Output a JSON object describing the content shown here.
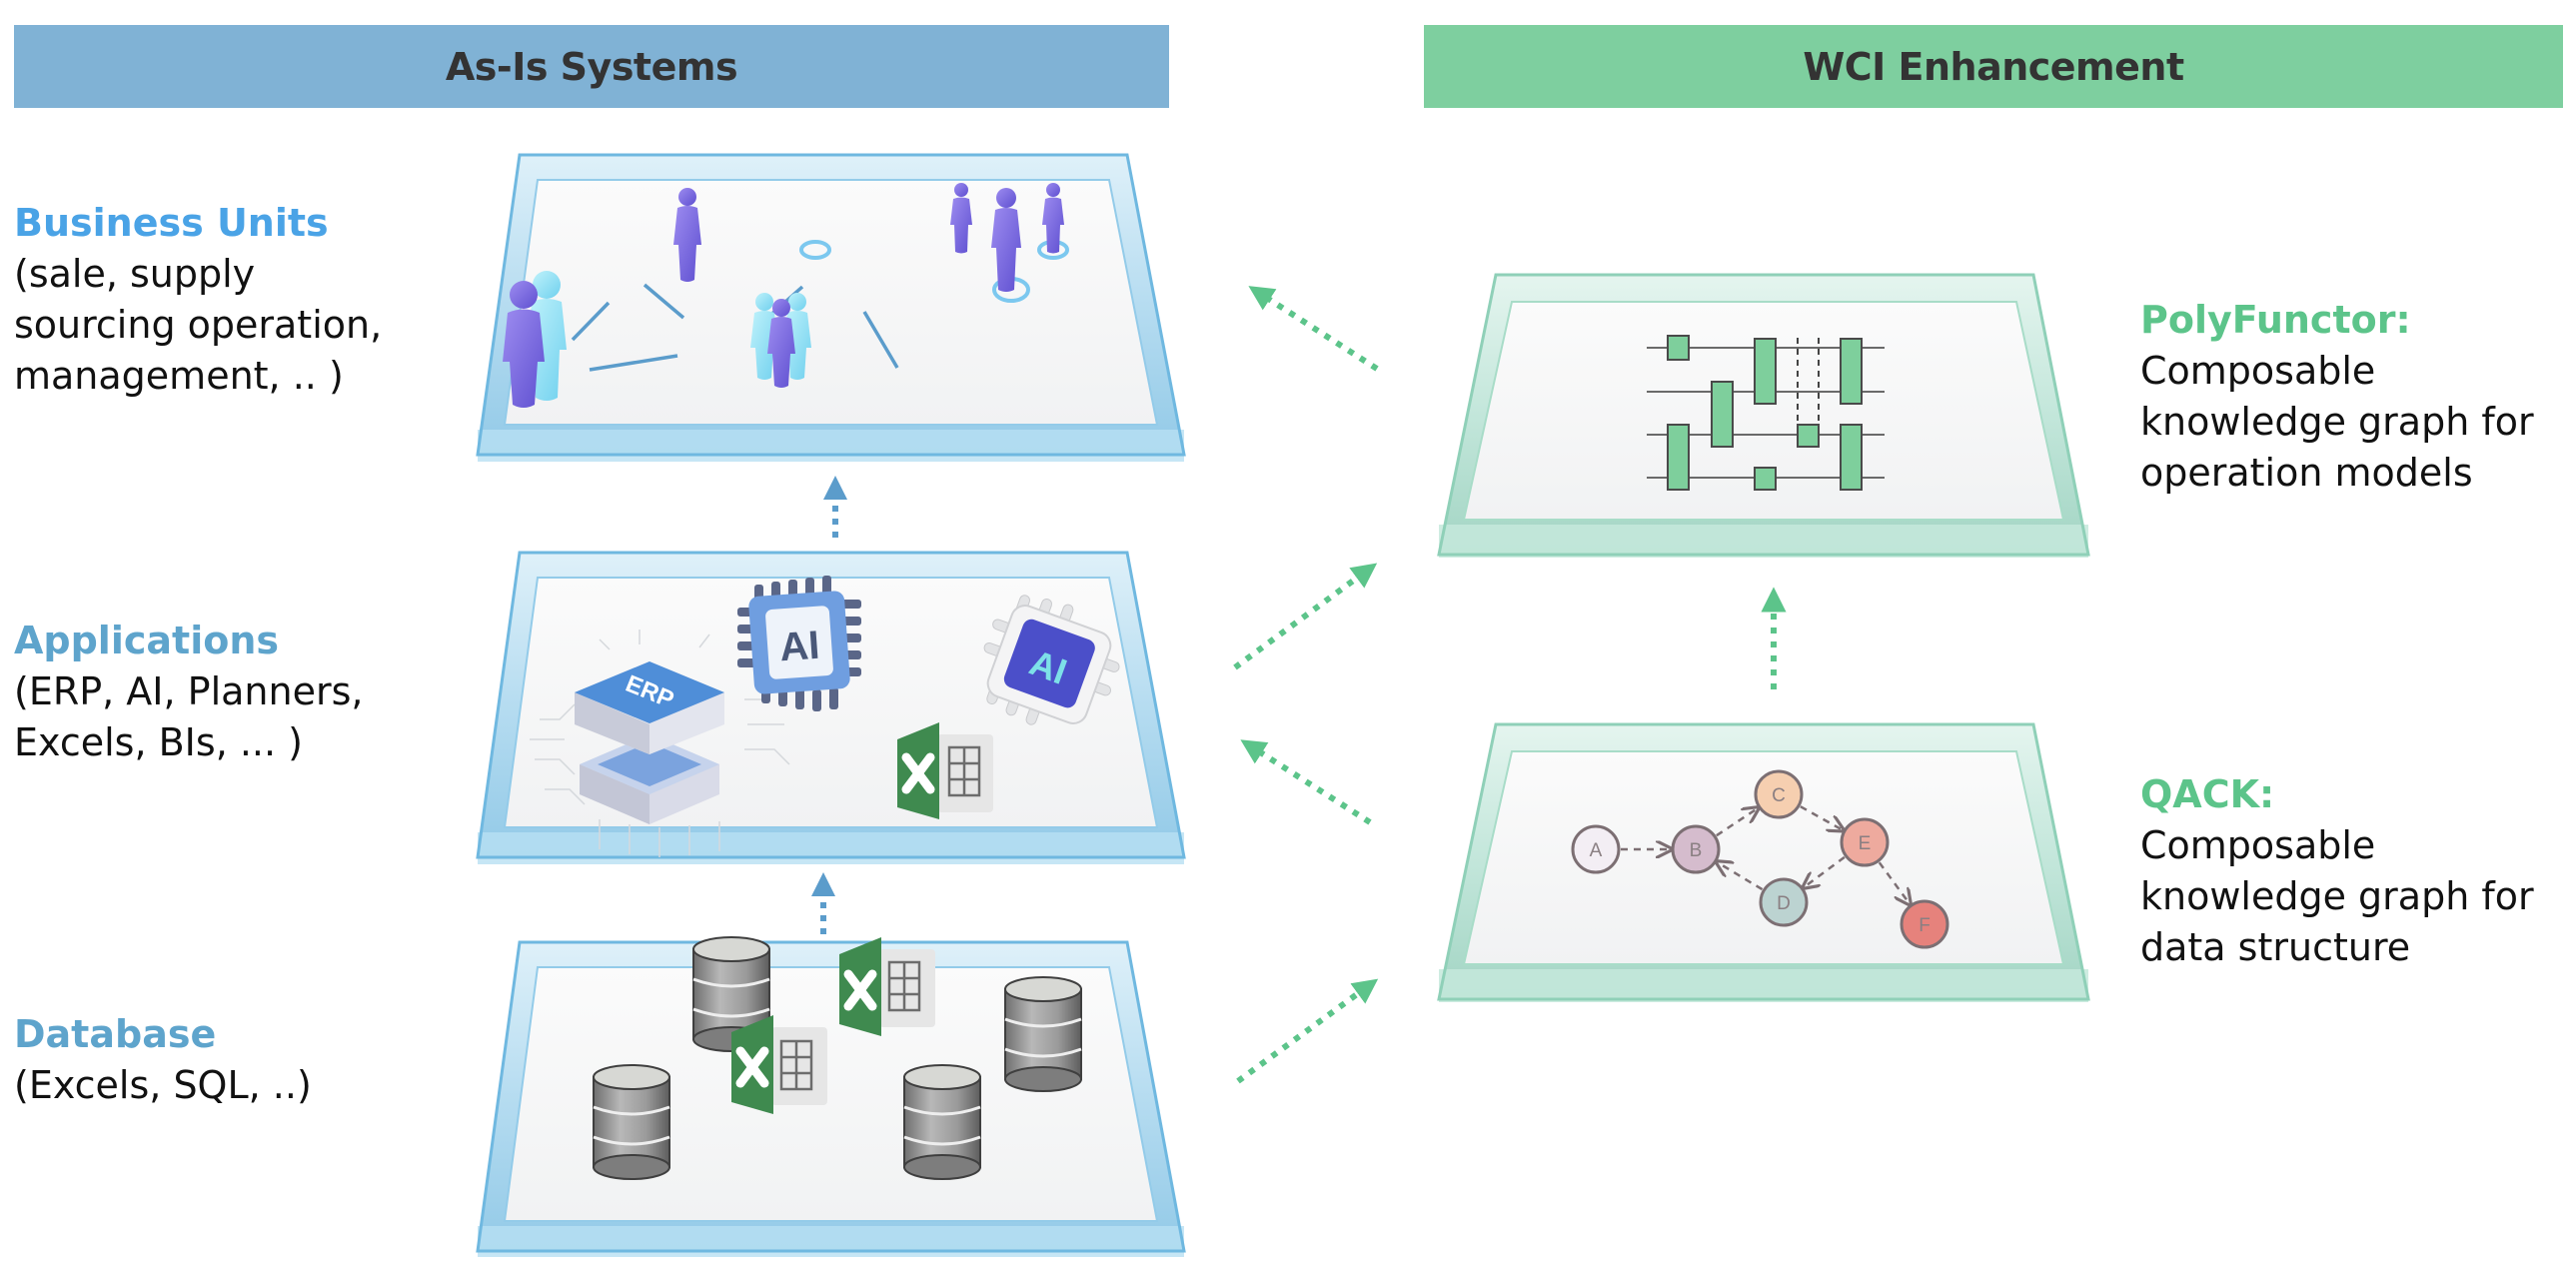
{
  "headers": {
    "left": "As-Is Systems",
    "right": "WCI Enhancement"
  },
  "as_is_layers": [
    {
      "title": "Business Units",
      "description_lines": [
        "(sale, supply",
        "sourcing operation,",
        "management, .. )"
      ],
      "tray_content": "people-network-icons"
    },
    {
      "title": "Applications",
      "description_lines": [
        "(ERP, AI, Planners,",
        "Excels, BIs, ... )"
      ],
      "tray_content": "app-icons",
      "icons": {
        "erp": "ERP",
        "ai_chip_1": "AI",
        "ai_chip_2": "AI"
      }
    },
    {
      "title": "Database",
      "description_lines": [
        "(Excels, SQL, ..)"
      ],
      "tray_content": "database-and-spreadsheet-icons"
    }
  ],
  "wci_layers": [
    {
      "title": "PolyFunctor:",
      "description_lines": [
        "Composable",
        "knowledge graph for",
        "operation models"
      ],
      "tray_content": "circuit-diagram"
    },
    {
      "title": "QACK:",
      "description_lines": [
        "Composable",
        "knowledge graph for",
        "data structure"
      ],
      "tray_content": "node-graph",
      "graph": {
        "nodes": [
          {
            "id": "A",
            "color": "#f3eef4"
          },
          {
            "id": "B",
            "color": "#d5bccd"
          },
          {
            "id": "C",
            "color": "#f6cfb0"
          },
          {
            "id": "D",
            "color": "#bcd3d1"
          },
          {
            "id": "E",
            "color": "#eeaa9e"
          },
          {
            "id": "F",
            "color": "#e6827c"
          }
        ],
        "edges": [
          [
            "A",
            "B"
          ],
          [
            "B",
            "C"
          ],
          [
            "C",
            "E"
          ],
          [
            "E",
            "D"
          ],
          [
            "D",
            "B"
          ],
          [
            "E",
            "F"
          ]
        ]
      }
    }
  ],
  "colors": {
    "as_is_accent": "#80b2d5",
    "wci_accent": "#7ecf9f",
    "blue_arrow": "#5b9ccb",
    "green_arrow": "#5cc48a"
  }
}
